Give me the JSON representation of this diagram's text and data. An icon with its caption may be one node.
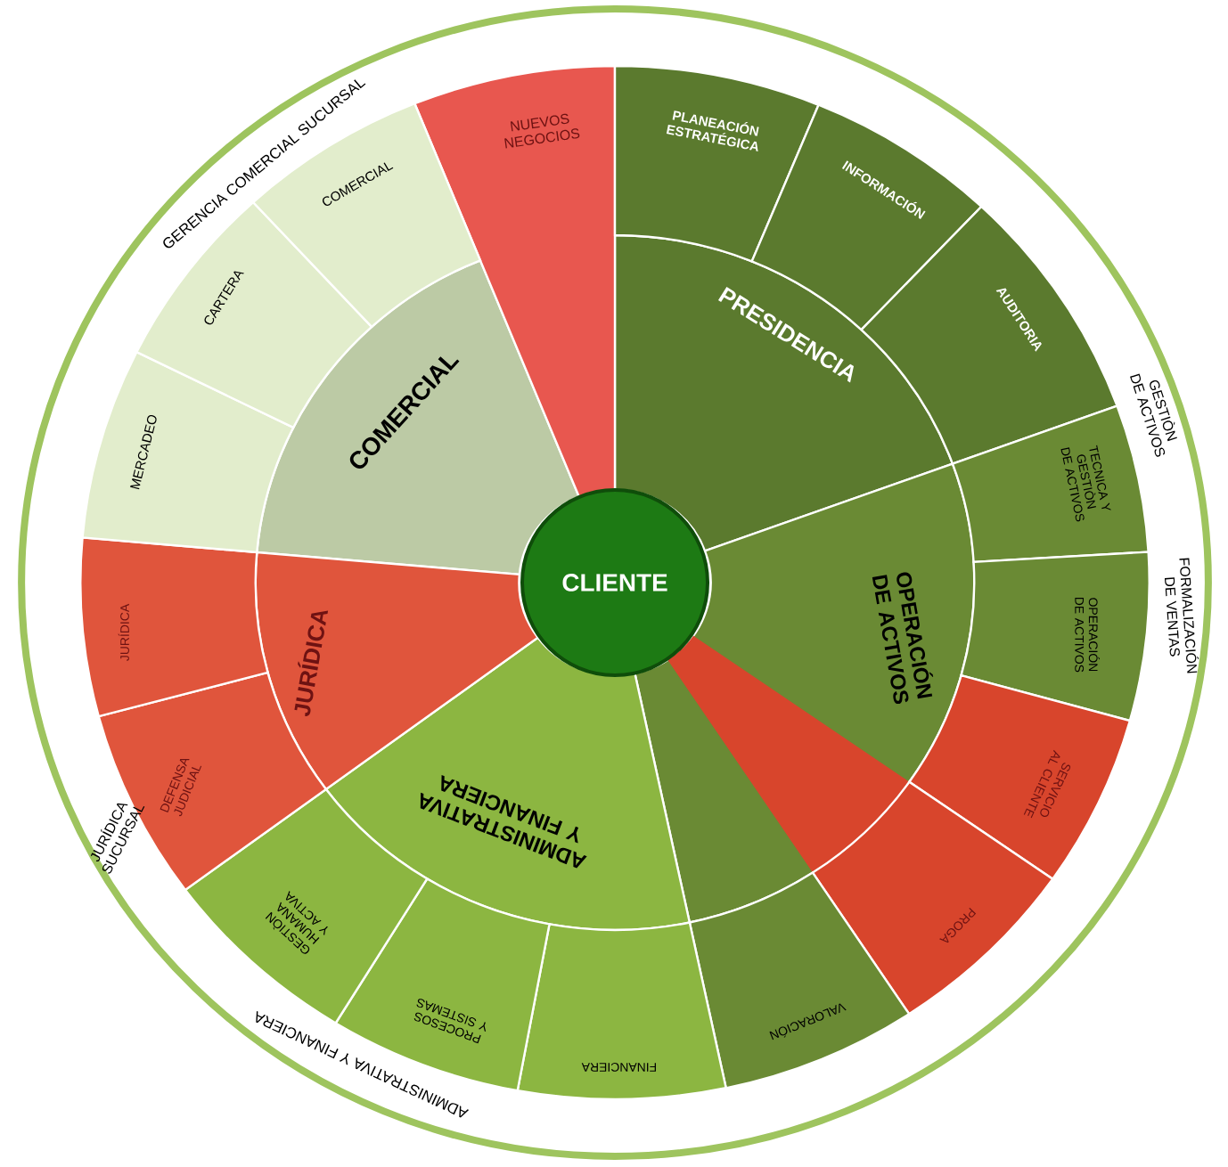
{
  "diagram": {
    "nodes": [
      {
        "text": [
          "CLIENTE"
        ]
      },
      {
        "text": [
          "COMERCIAL"
        ]
      },
      {
        "text": [
          "PRESIDENCIA"
        ]
      },
      {
        "text": [
          "OPERACIÓN DE ACTIVOS"
        ]
      },
      {
        "text": [
          "ADMINISTRATIVA Y FINANCIERA"
        ]
      },
      {
        "text": [
          "JURÍDICA"
        ]
      },
      {
        "text": [
          "NUEVOS NEGOCIOS"
        ]
      },
      {
        "text": [
          "PLANEACIÓN ESTRATÉGICA"
        ]
      },
      {
        "text": [
          "INFORMACIÓN"
        ]
      },
      {
        "text": [
          "AUDITORIA"
        ]
      },
      {
        "text": [
          "TECNICA Y GESTIÒN DE ACTIVOS"
        ]
      },
      {
        "text": [
          "OPERACIÓN DE ACTIVOS"
        ]
      },
      {
        "text": [
          "SERVICIO AL CLIENTE"
        ]
      },
      {
        "text": [
          "PROGA"
        ]
      },
      {
        "text": [
          "VALORACIÓN"
        ]
      },
      {
        "text": [
          "FINANCIERA"
        ]
      },
      {
        "text": [
          "PROCESOS Y SISTEMAS"
        ]
      },
      {
        "text": [
          "GESTIÒN HUMANA Y ACTIVA"
        ]
      },
      {
        "text": [
          "DEFENSA JUDICIAL"
        ]
      },
      {
        "text": [
          "JURÍDICA"
        ]
      },
      {
        "text": [
          "MERCADEO"
        ]
      },
      {
        "text": [
          "CARTERA"
        ]
      },
      {
        "text": [
          "COMERCIAL"
        ]
      }
    ],
    "labels": [
      "GERENCIA COMERCIAL SUCURSAL",
      "GESTIÒN DE ACTIVOS",
      "FORMALIZACIÓN DE VENTAS",
      "JURÍDICA SUCURSAL",
      "ADMINISTRATIVA Y FINANCIERA"
    ]
  }
}
